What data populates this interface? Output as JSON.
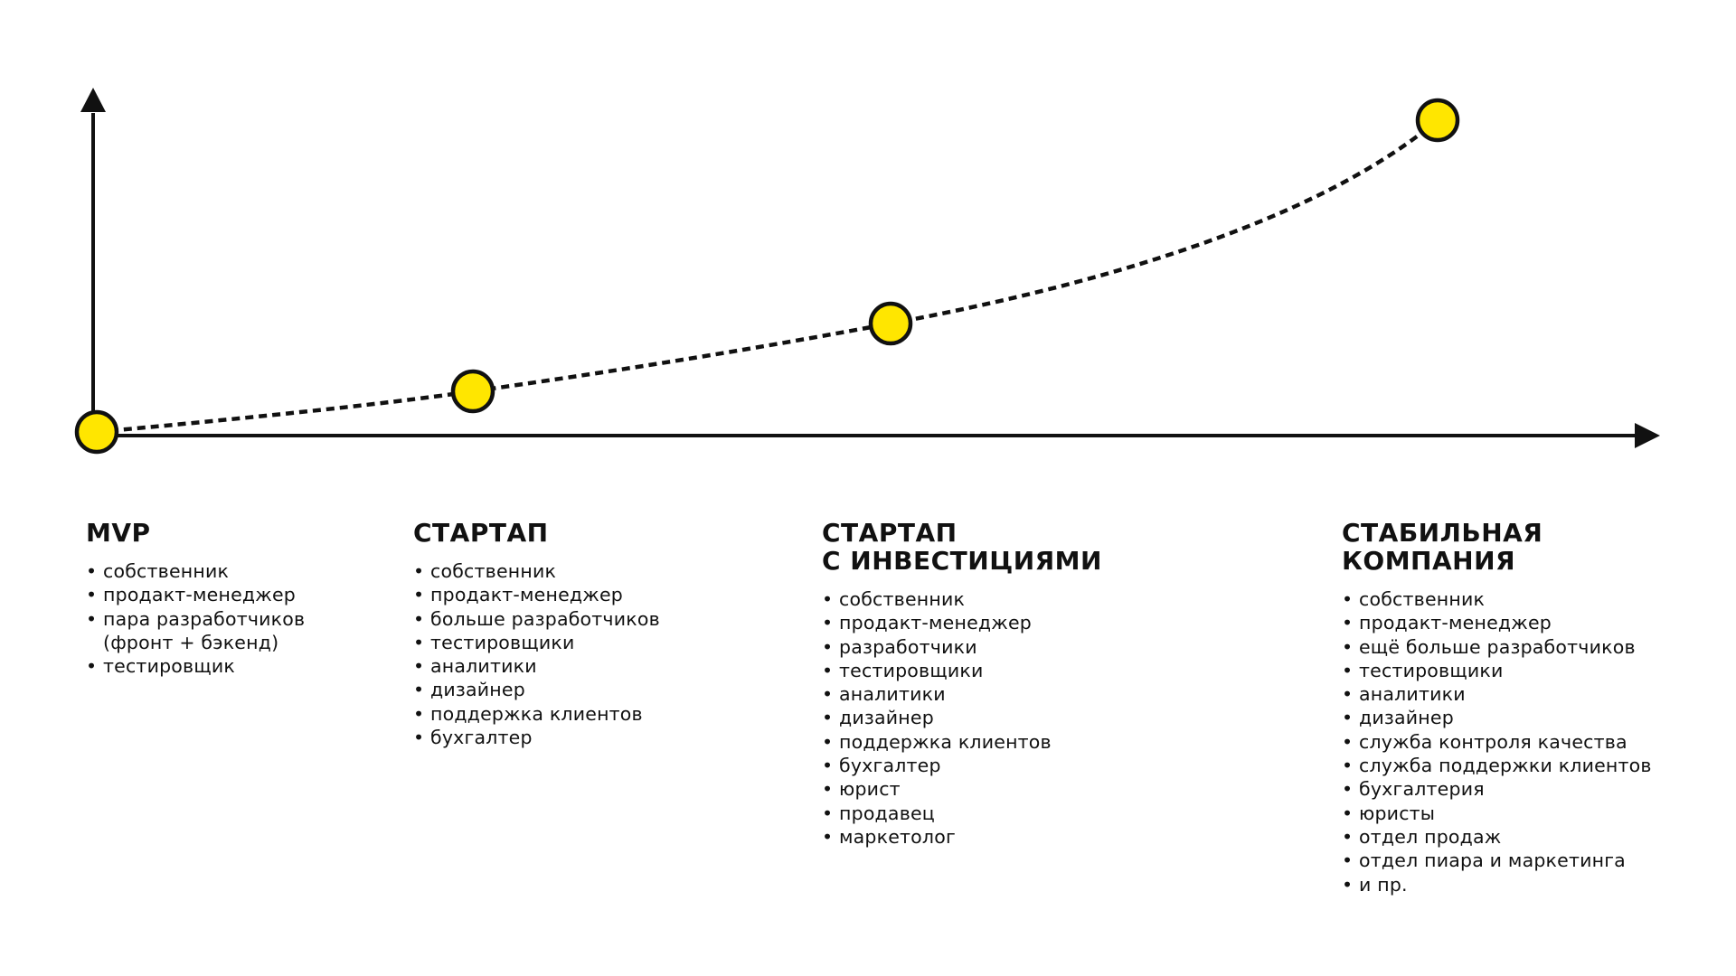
{
  "colors": {
    "marker_fill": "#FFE600",
    "ink": "#111111",
    "background": "#FFFFFF"
  },
  "diagram": {
    "milestones": [
      {
        "stage": "MVP"
      },
      {
        "stage": "СТАРТАП"
      },
      {
        "stage": "СТАРТАП С ИНВЕСТИЦИЯМИ"
      },
      {
        "stage": "СТАБИЛЬНАЯ КОМПАНИЯ"
      }
    ]
  },
  "stages": [
    {
      "title_lines": [
        "MVP"
      ],
      "items": [
        "собственник",
        "продакт-менеджер",
        "пара разработчиков\n(фронт + бэкенд)",
        "тестировщик"
      ]
    },
    {
      "title_lines": [
        "СТАРТАП"
      ],
      "items": [
        "собственник",
        "продакт-менеджер",
        "больше разработчиков",
        "тестировщики",
        "аналитики",
        "дизайнер",
        "поддержка клиентов",
        "бухгалтер"
      ]
    },
    {
      "title_lines": [
        "СТАРТАП",
        "С ИНВЕСТИЦИЯМИ"
      ],
      "items": [
        "собственник",
        "продакт-менеджер",
        "разработчики",
        "тестировщики",
        "аналитики",
        "дизайнер",
        "поддержка клиентов",
        "бухгалтер",
        "юрист",
        "продавец",
        "маркетолог"
      ]
    },
    {
      "title_lines": [
        "СТАБИЛЬНАЯ",
        "КОМПАНИЯ"
      ],
      "items": [
        "собственник",
        "продакт-менеджер",
        "ещё больше разработчиков",
        "тестировщики",
        "аналитики",
        "дизайнер",
        "служба контроля качества",
        "служба поддержки клиентов",
        "бухгалтерия",
        "юристы",
        "отдел продаж",
        "отдел пиара и маркетинга",
        "и пр."
      ]
    }
  ]
}
